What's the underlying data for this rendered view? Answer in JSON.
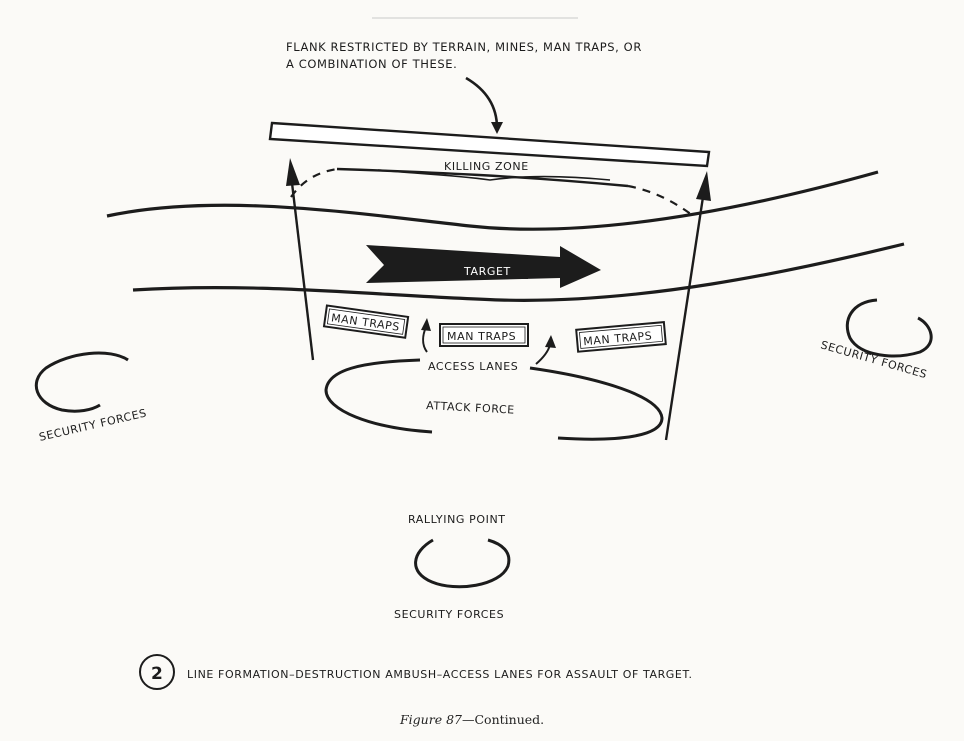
{
  "labels": {
    "flank_line1": "FLANK RESTRICTED BY TERRAIN, MINES, MAN TRAPS, OR",
    "flank_line2": "A COMBINATION OF THESE.",
    "killing_zone": "KILLING ZONE",
    "target": "TARGET",
    "man_traps_left": "MAN TRAPS",
    "man_traps_center": "MAN TRAPS",
    "man_traps_right": "MAN TRAPS",
    "access_lanes": "ACCESS LANES",
    "attack_force": "ATTACK FORCE",
    "security_forces_left": "SECURITY FORCES",
    "security_forces_right": "SECURITY FORCES",
    "rallying_point": "RALLYING POINT",
    "security_forces_bottom": "SECURITY FORCES"
  },
  "caption": {
    "number": "2",
    "title": "LINE FORMATION–DESTRUCTION AMBUSH–ACCESS LANES FOR ASSAULT OF TARGET.",
    "figure_label": "Figure 87",
    "figure_suffix": "—Continued."
  },
  "colors": {
    "ink": "#1c1c1c",
    "paper": "#fbfaf7"
  }
}
